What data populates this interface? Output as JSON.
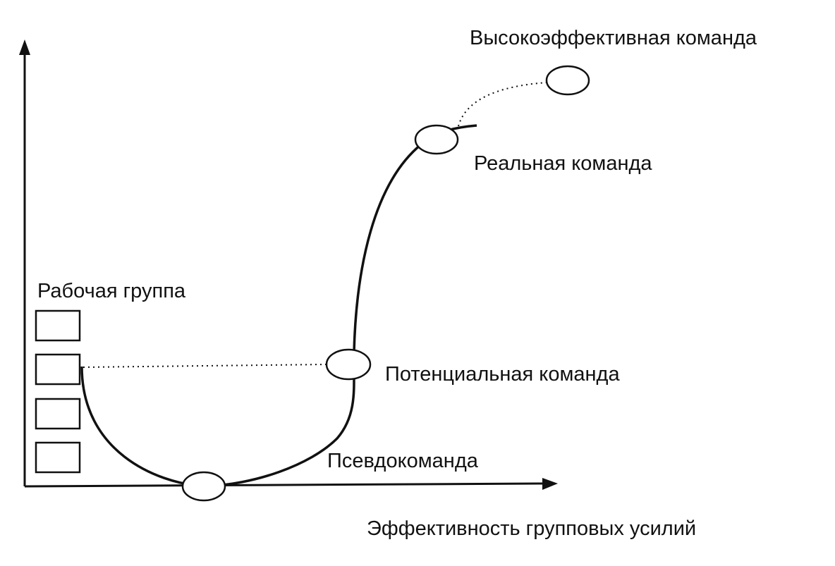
{
  "colors": {
    "ink": "#111111",
    "background": "#ffffff"
  },
  "labels": {
    "high_performance_team": "Высокоэффективная команда",
    "real_team": "Реальная команда",
    "working_group": "Рабочая группа",
    "potential_team": "Потенциальная команда",
    "pseudo_team": "Псевдокоманда",
    "x_axis": "Эффективность групповых усилий"
  }
}
